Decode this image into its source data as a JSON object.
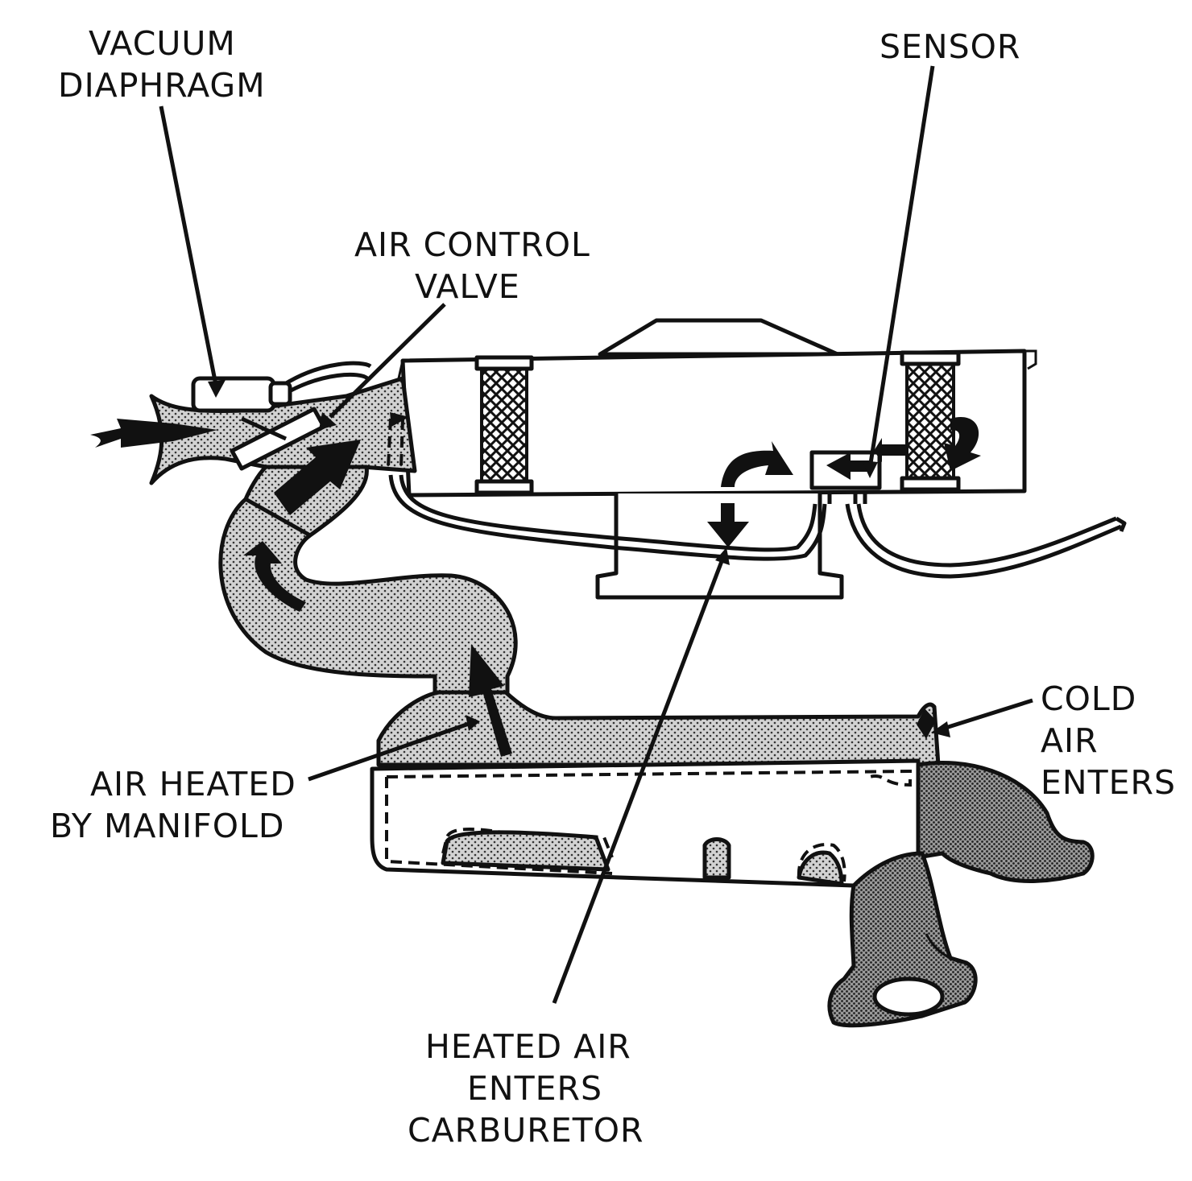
{
  "labels": {
    "vacuum_diaphragm": [
      "VACUUM",
      "DIAPHRAGM"
    ],
    "sensor": [
      "SENSOR"
    ],
    "air_control_valve": [
      "AIR CONTROL",
      "VALVE"
    ],
    "cold_air_enters": [
      "COLD",
      "AIR",
      "ENTERS"
    ],
    "air_heated_by_manifold": [
      "AIR HEATED",
      "BY MANIFOLD"
    ],
    "heated_air_enters_carburetor": [
      "HEATED AIR",
      "ENTERS",
      "CARBURETOR"
    ]
  },
  "style": {
    "ink": "#111111",
    "background": "#ffffff"
  }
}
